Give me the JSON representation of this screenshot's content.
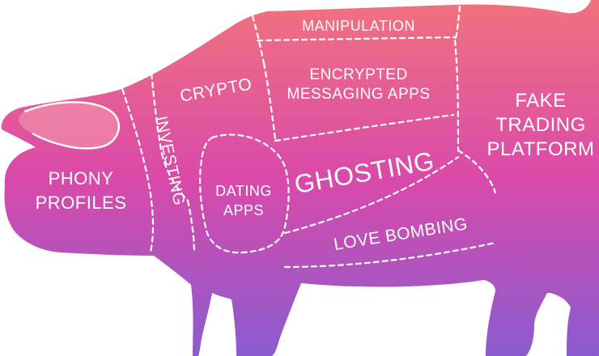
{
  "diagram": {
    "colors": {
      "gradient_top": "#f2727e",
      "gradient_mid": "#d94aaa",
      "gradient_bottom": "#8a5cd0",
      "label": "#ffffff",
      "cut_line": "#ffffff"
    },
    "cuts": {
      "manipulation": "MANIPULATION",
      "encrypted_line1": "ENCRYPTED",
      "encrypted_line2": "MESSAGING APPS",
      "fake_line1": "FAKE",
      "fake_line2": "TRADING",
      "fake_line3": "PLATFORM",
      "crypto": "CRYPTO",
      "investing": "INVESTING",
      "phony_line1": "PHONY",
      "phony_line2": "PROFILES",
      "dating_line1": "DATING",
      "dating_line2": "APPS",
      "ghosting": "GHOSTING",
      "love_bombing": "LOVE BOMBING"
    }
  }
}
